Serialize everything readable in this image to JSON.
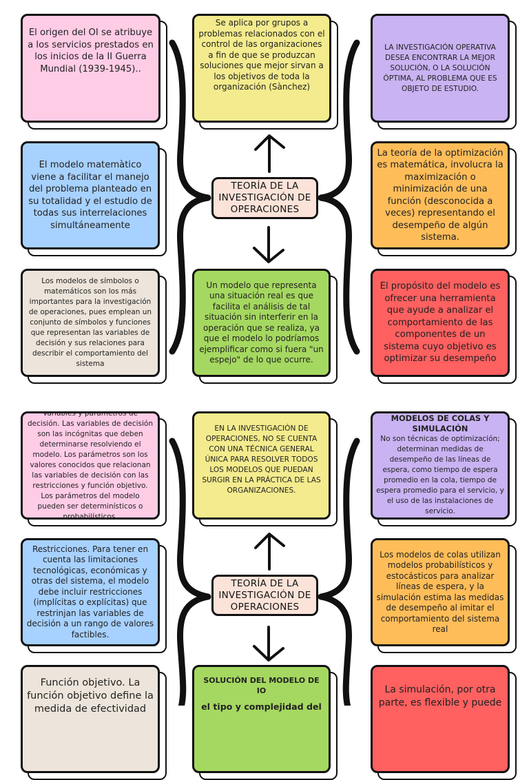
{
  "section1": {
    "center": "TEORÍA DE LA INVESTIGACIÓN DE OPERACIONES",
    "top_left": "El origen del OI se atribuye a los servicios prestados en los inicios de la II Guerra Mundial  (1939-1945)..",
    "top_center": "Se aplica por grupos a problemas relacionados con el control de las organizaciones a fin de que se produzcan soluciones que mejor sirvan a los objetivos de toda la organización (Sànchez)",
    "top_right": "LA INVESTIGACIÓN OPERATIVA DESEA ENCONTRAR LA MEJOR SOLUCIÓN, O LA SOLUCIÓN ÓPTIMA, AL PROBLEMA  QUE ES OBJETO DE ESTUDIO.",
    "mid_left": "El modelo matemàtico viene a facilitar el manejo del problema planteado en su totalidad y el estudio de todas sus interrelaciones simultáneamente",
    "mid_right": "La teoría de la optimización es matemática,  involucra la maximización o minimización de una función (desconocida a veces) representando el desempeño de algún sistema.",
    "bottom_left": "Los modelos de símbolos o matemáticos son los más importantes para la investigación de operaciones, pues emplean un conjunto de símbolos y funciones que representan las variables de decisión y sus relaciones para describir el comportamiento del sistema",
    "bottom_center": "Un modelo que representa una situación real es que facilita el análisis de tal situación sin interferir en la operación que se realiza, ya que el modelo lo podríamos ejemplificar como si fuera \"un espejo\" de lo que ocurre.",
    "bottom_right": "El propósito del modelo es ofrecer una herramienta que ayude a analizar el comportamiento de las componentes de un sistema cuyo objetivo es optimizar su desempeño"
  },
  "section2": {
    "center": "TEORÍA DE LA INVESTIGACIÓN DE OPERACIONES",
    "top_left": "Variables y parámetros de decisión. Las variables de decisión son las incógnitas que deben determinarse resolviendo el modelo. Los parámetros son los valores conocidos que relacionan las variables de decisión con las restricciones y función objetivo. Los parámetros del modelo pueden ser determinísticos o probabilísticos.",
    "top_center": "EN LA INVESTIGACIÓN DE OPERACIONES, NO SE CUENTA CON UNA TÉCNICA GENERAL ÚNICA PARA RESOLVER TODOS LOS MODELOS QUE PUEDAN SURGIR EN LA PRÁCTICA DE LAS ORGANIZACIONES.",
    "top_right_title": "MODELOS DE COLAS Y SIMULACIÓN",
    "top_right_body": "No son técnicas de optimización;  determinan medidas de desempeño de las líneas de espera, como tiempo de espera promedio en la cola, tiempo de espera promedio para el servicio, y el uso de las instalaciones de servicio.",
    "mid_left": "Restricciones. Para tener en cuenta las limitaciones tecnológicas, económicas y otras del sistema, el modelo debe incluir restricciones (implícitas o explícitas) que restrinjan las variables de decisión a un rango de valores factibles.",
    "mid_right": "Los modelos de colas utilizan modelos probabilísticos y estocásticos para analizar líneas de espera, y la simulación estima las medidas de desempeño al imitar el comportamiento del sistema real",
    "bottom_left": "Función objetivo. La función objetivo define la medida de efectividad",
    "bottom_center_title": "SOLUCIÓN DEL MODELO DE IO",
    "bottom_center_body": "el tipo y complejidad del",
    "bottom_right": "La simulación, por otra parte, es flexible y puede"
  }
}
